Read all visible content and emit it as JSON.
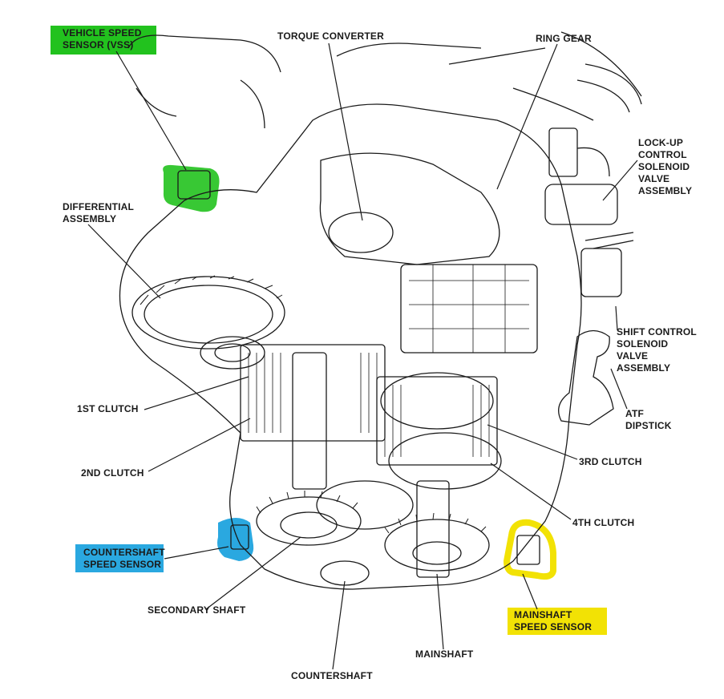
{
  "colors": {
    "vss_highlight": "#22c21e",
    "countershaft_highlight": "#2aa8e0",
    "mainshaft_highlight": "#f2e205",
    "ink": "#1a1a1a"
  },
  "labels": {
    "vss": [
      "VEHICLE SPEED",
      "SENSOR (VSS)"
    ],
    "torque_converter": "TORQUE CONVERTER",
    "ring_gear": "RING GEAR",
    "lockup": [
      "LOCK-UP",
      "CONTROL",
      "SOLENOID",
      "VALVE",
      "ASSEMBLY"
    ],
    "differential": [
      "DIFFERENTIAL",
      "ASSEMBLY"
    ],
    "shift_control": [
      "SHIFT CONTROL",
      "SOLENOID",
      "VALVE",
      "ASSEMBLY"
    ],
    "atf_dipstick": [
      "ATF",
      "DIPSTICK"
    ],
    "first_clutch": "1ST CLUTCH",
    "second_clutch": "2ND CLUTCH",
    "third_clutch": "3RD CLUTCH",
    "fourth_clutch": "4TH CLUTCH",
    "countershaft_sensor": [
      "COUNTERSHAFT",
      "SPEED SENSOR"
    ],
    "secondary_shaft": "SECONDARY SHAFT",
    "mainshaft_sensor": [
      "MAINSHAFT",
      "SPEED SENSOR"
    ],
    "mainshaft": "MAINSHAFT",
    "countershaft": "COUNTERSHAFT"
  }
}
